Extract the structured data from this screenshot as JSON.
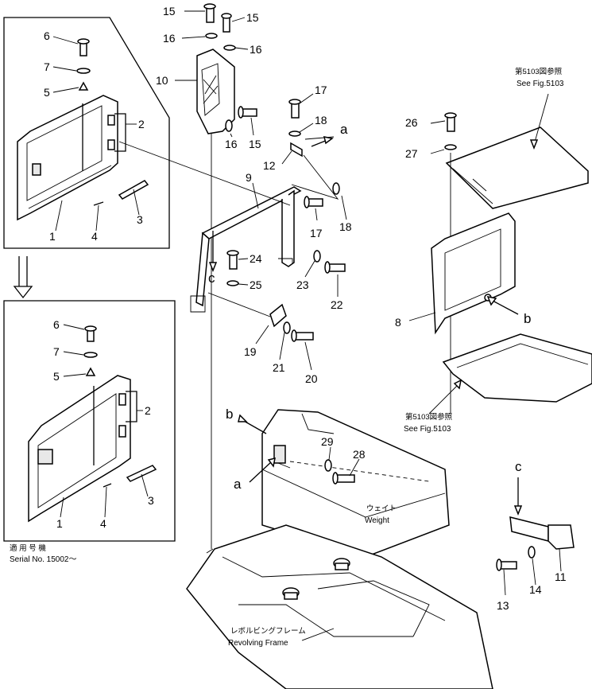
{
  "callouts": {
    "n1a": "1",
    "n2a": "2",
    "n3a": "3",
    "n4a": "4",
    "n5a": "5",
    "n6a": "6",
    "n7a": "7",
    "n1b": "1",
    "n2b": "2",
    "n3b": "3",
    "n4b": "4",
    "n5b": "5",
    "n6b": "6",
    "n7b": "7",
    "n8": "8",
    "n9": "9",
    "n10": "10",
    "n11": "11",
    "n12": "12",
    "n13": "13",
    "n14": "14",
    "n15a": "15",
    "n15b": "15",
    "n15c": "15",
    "n16a": "16",
    "n16b": "16",
    "n16c": "16",
    "n17a": "17",
    "n17b": "17",
    "n18a": "18",
    "n18b": "18",
    "n19": "19",
    "n20": "20",
    "n21": "21",
    "n22": "22",
    "n23": "23",
    "n24": "24",
    "n25": "25",
    "n26": "26",
    "n27": "27",
    "n28": "28",
    "n29": "29"
  },
  "letters": {
    "a1": "a",
    "a2": "a",
    "b1": "b",
    "b2": "b",
    "c1": "c",
    "c2": "c"
  },
  "notes": {
    "see_fig_top_jp": "第5103図参照",
    "see_fig_top_en": "See Fig.5103",
    "see_fig_mid_jp": "第5103図参照",
    "see_fig_mid_en": "See Fig.5103",
    "weight_jp": "ウェイト",
    "weight_en": "Weight",
    "revolving_jp": "レボルビングフレーム",
    "revolving_en": "Revolving Frame",
    "serial_jp": "適 用 号 機",
    "serial_en": "Serial No. 15002～"
  }
}
